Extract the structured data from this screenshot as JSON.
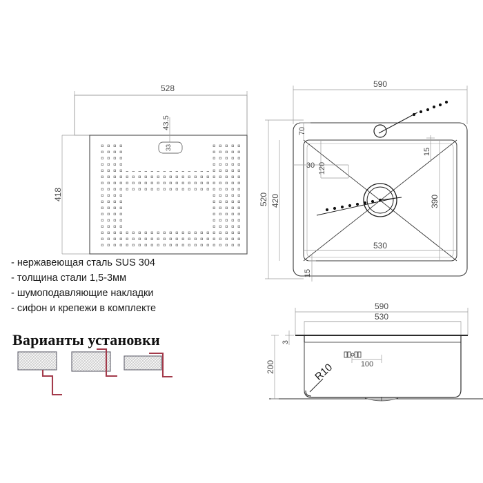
{
  "page": {
    "background": "#ffffff",
    "line_color": "#8d8d8d",
    "dark_line_color": "#2b2b2b",
    "accent_red": "#a33a4a",
    "hatch_fill": "#d9d9d9"
  },
  "drawings": {
    "pad_top_left": {
      "name": "soundproof-pad-plan",
      "dim_width": "528",
      "dim_height": "418",
      "dim_tab_offset": "43.5",
      "tab_label": "33"
    },
    "sink_plan_top_right": {
      "name": "sink-top-plan",
      "dim_outer_width": "590",
      "dim_outer_height": "520",
      "dim_inner_height": "420",
      "dim_inner_width": "530",
      "dim_bowl_height": "390",
      "dim_top_margin": "70",
      "dim_left_margin": "30",
      "dim_left_depth": "120",
      "dim_right_edge": "15",
      "dim_bottom_edge": "15"
    },
    "sink_section_bottom_right": {
      "name": "sink-front-section",
      "dim_outer_width": "590",
      "dim_inner_width": "530",
      "dim_depth": "200",
      "dim_rim_thickness": "3",
      "dim_drain_offset": "100",
      "radius_label": "R10"
    }
  },
  "specs": {
    "title": "",
    "items": [
      "- нержавеющая сталь SUS 304",
      "- толщина стали 1,5-3мм",
      "- шумоподавляющие накладки",
      "- сифон и крепежи в комплекте"
    ]
  },
  "variants": {
    "title": "Варианты установки",
    "options": [
      {
        "name": "variant-flush-mount"
      },
      {
        "name": "variant-top-mount"
      },
      {
        "name": "variant-under-mount"
      }
    ]
  }
}
